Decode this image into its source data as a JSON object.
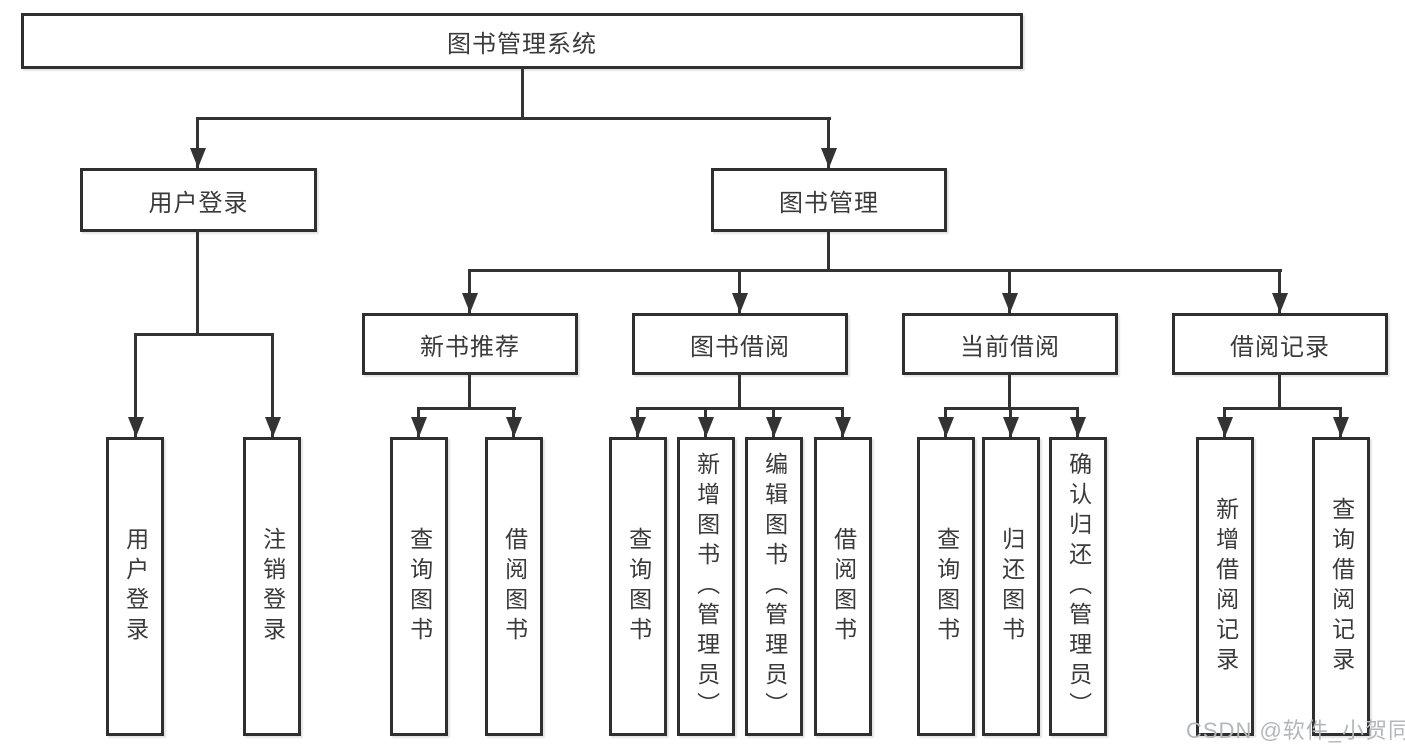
{
  "diagram": {
    "root": "图书管理系统",
    "level2": [
      "用户登录",
      "图书管理"
    ],
    "level3": [
      "新书推荐",
      "图书借阅",
      "当前借阅",
      "借阅记录"
    ],
    "leaves_login": [
      "用户登录",
      "注销登录"
    ],
    "leaves_newbook": [
      "查询图书",
      "借阅图书"
    ],
    "leaves_borrow": [
      "查询图书",
      "新增图书（管理员）",
      "编辑图书（管理员）",
      "借阅图书"
    ],
    "leaves_current": [
      "查询图书",
      "归还图书",
      "确认归还（管理员）"
    ],
    "leaves_record": [
      "新增借阅记录",
      "查询借阅记录"
    ]
  },
  "watermark": "CSDN @软件_小贺同学",
  "colors": {
    "line": "#333333",
    "border": "#2f2f2f",
    "text": "#3a3a3a",
    "watermark": "#b4b7b9",
    "background": "#ffffff"
  }
}
